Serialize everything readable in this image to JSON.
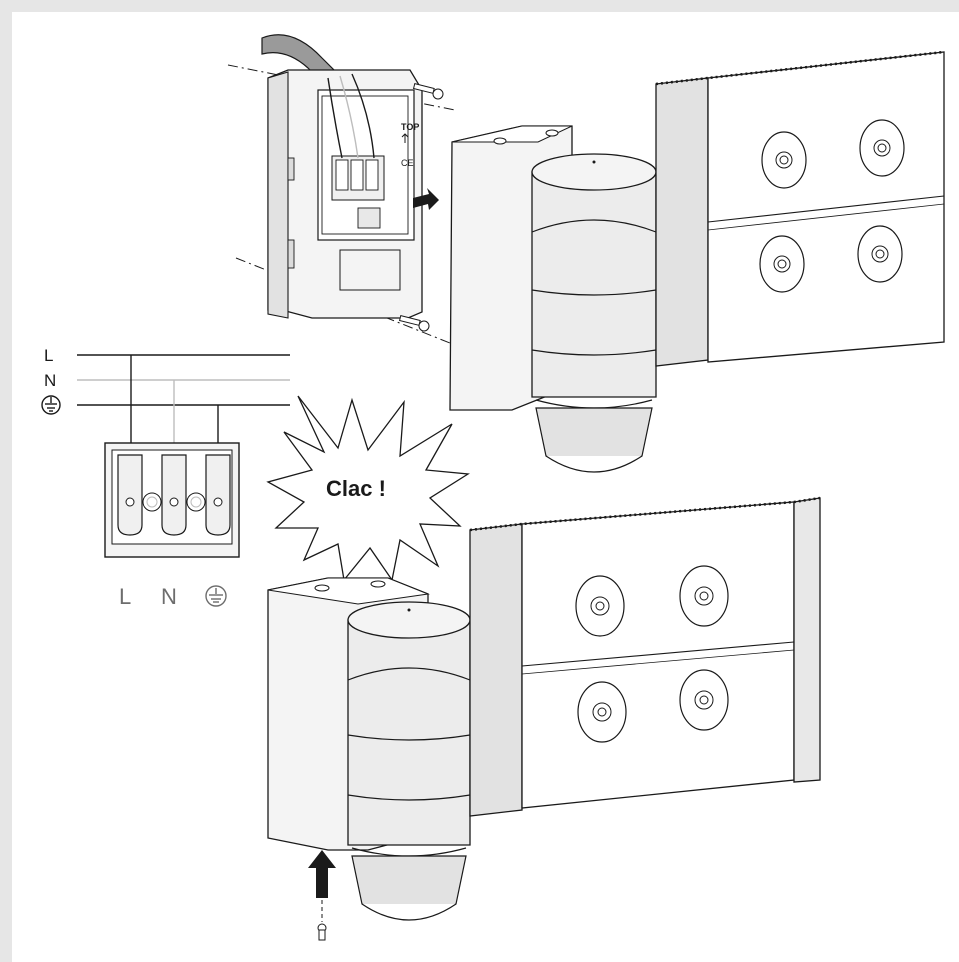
{
  "diagram": {
    "wiring": {
      "lines": [
        {
          "label": "L"
        },
        {
          "label": "N"
        },
        {
          "label": "⏚",
          "icon": "ground-icon"
        }
      ],
      "terminal_labels": [
        "L",
        "N",
        "⏚"
      ]
    },
    "top_view": {
      "module_markings": {
        "top": "TOP",
        "ce": "CE"
      }
    },
    "bottom_view": {
      "burst_text": "Clac !"
    },
    "colors": {
      "line": "#1a1a1a",
      "fill_light": "#f4f4f4",
      "fill_mid": "#e2e2e2",
      "wire_neutral": "#bdbdbd"
    }
  }
}
